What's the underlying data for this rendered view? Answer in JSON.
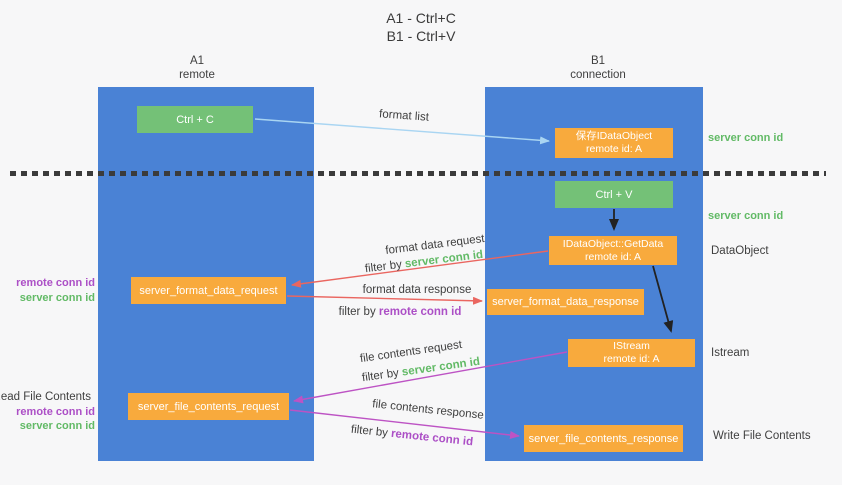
{
  "title": {
    "line1": "A1 - Ctrl+C",
    "line2": "B1 - Ctrl+V"
  },
  "lanes": {
    "left": {
      "title": "A1",
      "subtitle": "remote"
    },
    "right": {
      "title": "B1",
      "subtitle": "connection"
    }
  },
  "nodes": {
    "ctrl_c": {
      "label": "Ctrl + C"
    },
    "save_idataobject": {
      "line1": "保存IDataObject",
      "line2": "remote id: A"
    },
    "ctrl_v": {
      "label": "Ctrl + V"
    },
    "idataobject_getdata": {
      "line1": "IDataObject::GetData",
      "line2": "remote id: A"
    },
    "server_format_data_request": {
      "label": "server_format_data_request"
    },
    "server_format_data_response": {
      "label": "server_format_data_response"
    },
    "istream": {
      "line1": "IStream",
      "line2": "remote id: A"
    },
    "server_file_contents_request": {
      "label": "server_file_contents_request"
    },
    "server_file_contents_response": {
      "label": "server_file_contents_response"
    }
  },
  "flow": {
    "format_list": "format list",
    "format_data_request": "format data request",
    "format_data_response": "format data response",
    "file_contents_request": "file contents request",
    "file_contents_response": "file contents response",
    "filter_by": "filter by",
    "server_conn_id": "server conn id",
    "remote_conn_id": "remote conn id"
  },
  "side_labels": {
    "left": {
      "remote_conn_id_1": "remote conn id",
      "server_conn_id_1": "server conn id",
      "read_file_contents": "Read File Contents",
      "remote_conn_id_2": "remote conn id",
      "server_conn_id_2": "server conn id"
    },
    "right": {
      "server_conn_id_1": "server conn id",
      "server_conn_id_2": "server conn id",
      "dataobject": "DataObject",
      "istream": "Istream",
      "write_file_contents": "Write File Contents"
    }
  },
  "colors": {
    "lane_blue": "#4a82d5",
    "node_green": "#74c177",
    "node_orange": "#f8aa3d",
    "arrow_red": "#ea6660",
    "arrow_magenta": "#bd53c4",
    "arrow_lightblue": "#a9d5f2",
    "arrow_black": "#222222",
    "label_green": "#62ba66",
    "label_purple": "#ac4fc6",
    "text_dark": "#3f3f3f",
    "divider_dark": "#3b3b3b",
    "background": "#f7f7f8"
  }
}
